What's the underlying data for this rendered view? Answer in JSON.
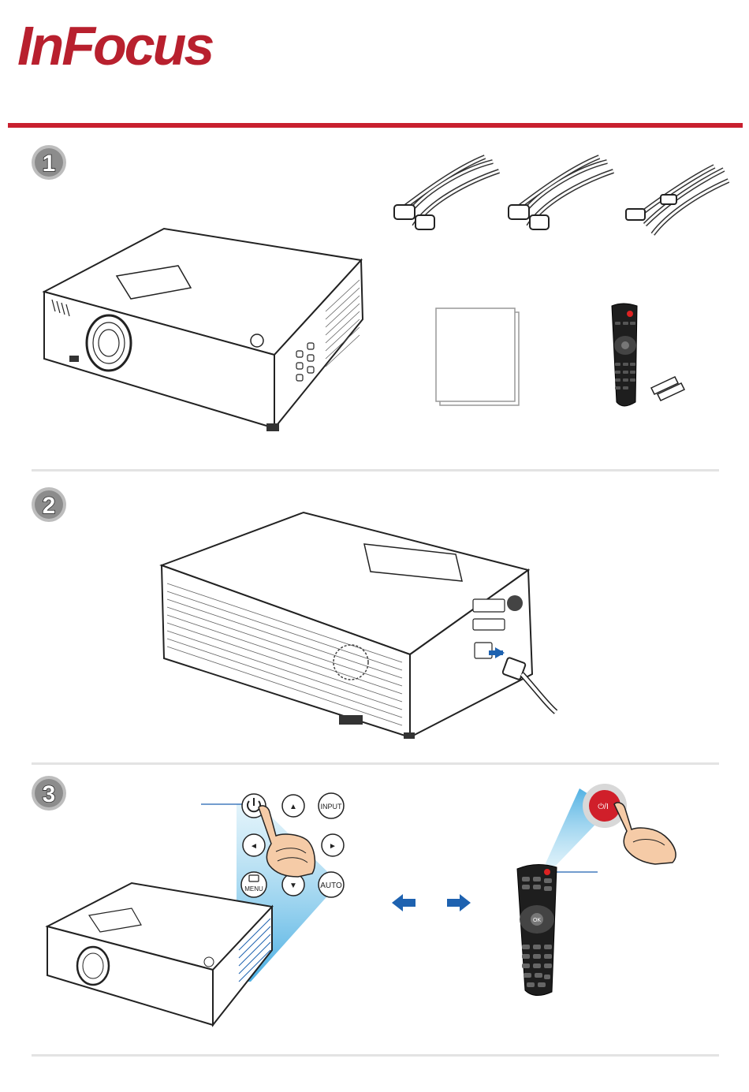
{
  "brand": {
    "logo_text": "InFocus",
    "accent_color": "#c8202f"
  },
  "steps": [
    {
      "number": "1"
    },
    {
      "number": "2"
    },
    {
      "number": "3"
    }
  ],
  "keypad": {
    "power_icon": "power-icon",
    "up_label": "▲",
    "input_label": "INPUT",
    "left_label": "◄",
    "right_label": "►",
    "menu_label": "MENU",
    "down_label": "▼",
    "auto_label": "AUTO"
  },
  "remote": {
    "power_label": "⏻/I",
    "ok_label": "OK"
  },
  "icons": [
    "power-cord-icon",
    "hdmi-cable-icon",
    "document-icon",
    "remote-control-icon",
    "battery-icon",
    "arrow-left-icon",
    "arrow-right-icon",
    "hand-icon",
    "projector-icon"
  ]
}
